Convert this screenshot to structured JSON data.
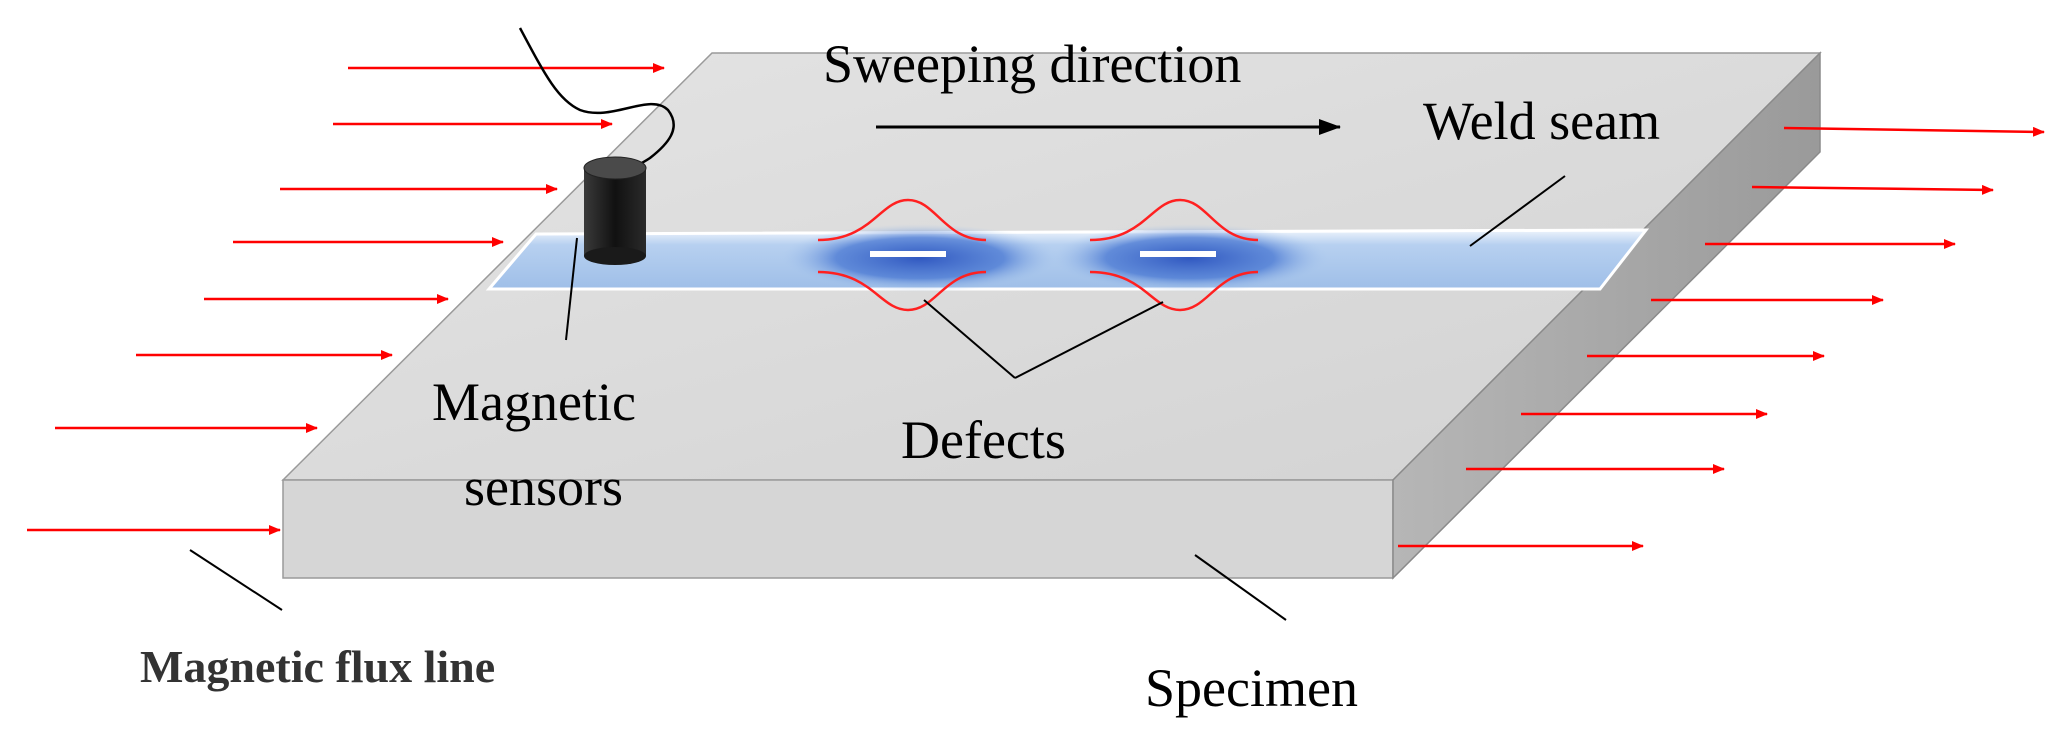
{
  "labels": {
    "sweeping_direction": "Sweeping direction",
    "weld_seam": "Weld seam",
    "magnetic_sensors_line1": "Magnetic",
    "magnetic_sensors_line2": "sensors",
    "defects": "Defects",
    "magnetic_flux_line": "Magnetic flux line",
    "specimen": "Specimen"
  },
  "colors": {
    "flux_arrow": "#ff0000",
    "plate_top": "#dcdcdc",
    "plate_front": "#d6d6d6",
    "plate_side": "#a4a4a4",
    "weld_seam": "#a9c8ee",
    "defect_glow": "#2a52be",
    "defect_crack": "#ffffff",
    "leakage_field": "#ff2020",
    "sensor": "#1a1a1a"
  },
  "icons": {
    "sensor": "cylinder-probe-icon",
    "direction": "right-arrow-icon"
  }
}
